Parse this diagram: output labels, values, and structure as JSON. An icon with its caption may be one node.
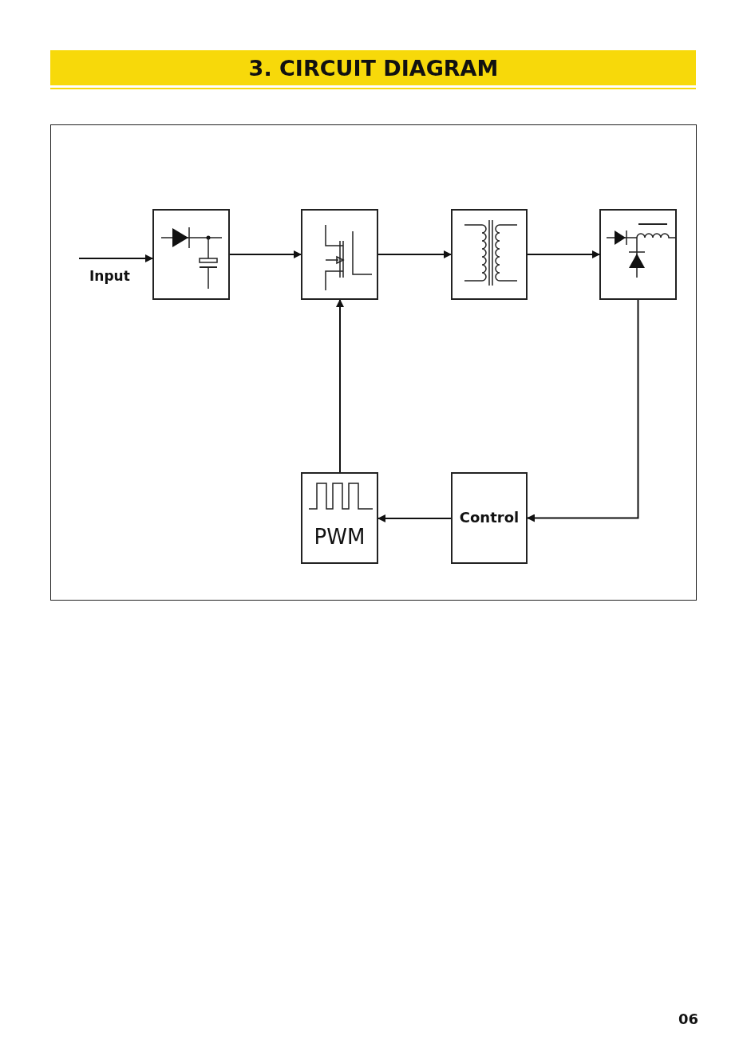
{
  "diagram": {
    "title": "3. CIRCUIT DIAGRAM",
    "nodes": [
      {
        "text": [],
        "shape": "box"
      },
      {
        "text": [],
        "shape": "box"
      },
      {
        "text": [],
        "shape": "box"
      },
      {
        "text": [],
        "shape": "box"
      },
      {
        "text": [
          "PWM"
        ]
      },
      {
        "text": [
          "Control"
        ]
      }
    ],
    "edges": [
      {
        "from": null,
        "to": 0,
        "arrow": "to",
        "label": "Input"
      },
      {
        "from": 0,
        "to": 1,
        "arrow": "to"
      },
      {
        "from": 1,
        "to": 2,
        "arrow": "to"
      },
      {
        "from": 2,
        "to": 3,
        "arrow": "to"
      },
      {
        "from": 3,
        "to": 5,
        "arrow": "to"
      },
      {
        "from": 5,
        "to": 4,
        "arrow": "to"
      },
      {
        "from": 4,
        "to": 1,
        "arrow": "to"
      }
    ],
    "labels": [
      "06"
    ]
  }
}
